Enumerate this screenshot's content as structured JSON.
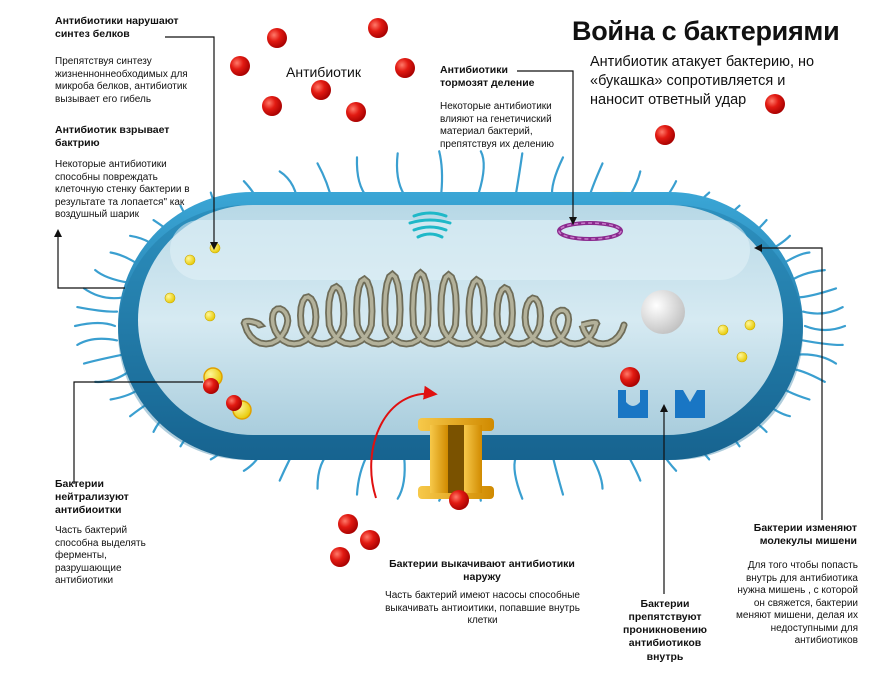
{
  "title": "Война с бактериями",
  "subtitle": "Антибиотик атакует бактерию, но «букашка» сопротивляется и наносит ответный удар",
  "antibiotic_label": "Антибиотик",
  "sections": {
    "protein": {
      "heading": "Антибиотики нарушают синтез белков",
      "body": "Препятствуя синтезу жизненноннеобходимых для микроба белков, антибиотик вызывает его гибель"
    },
    "burst": {
      "heading": "Антибиотик взрывает бактрию",
      "body": "Некоторые антибиотики способны повреждать клеточную стенку бактерии в результате та лопается\" как воздушный шарик"
    },
    "division": {
      "heading": "Антибиотики тормозят деление",
      "body": "Некоторые антибиотики влияют на генетичиский материал бактерий, препятствуя их делению"
    },
    "neutralize": {
      "heading": "Бактерии нейтрализуют антибиоитки",
      "body": "Часть бактерий способна выделять ферменты, разрушающие антибиотики"
    },
    "pump": {
      "heading": "Бактерии выкачивают антибиотики наружу",
      "body": "Часть бактерий имеют насосы способные выкачивать антиоитики, попавшие внутрь клетки"
    },
    "block": {
      "heading": "Бактерии препятствуют проникновению антибиотиков внутрь"
    },
    "targets": {
      "heading": "Бактерии изменяют молекулы мишени",
      "body": "Для того чтобы попасть внутрь для антибиотика нужна мишень , с которой он свяжется, бактерии меняют мишени, делая их недоступными для антибиотиков"
    }
  },
  "colors": {
    "antibiotic": "#e01010",
    "cell_wall": "#1f86b8",
    "cytoplasm": "#c9e3ee",
    "capsule": "#f2d400",
    "pump": "#f0b21a",
    "dna": "#8c8a72",
    "plasmid": "#8a2a8e",
    "ribosome": "#1fb8c8",
    "receptor": "#1976c4",
    "arrow": "#e01010",
    "leader": "#111111"
  }
}
